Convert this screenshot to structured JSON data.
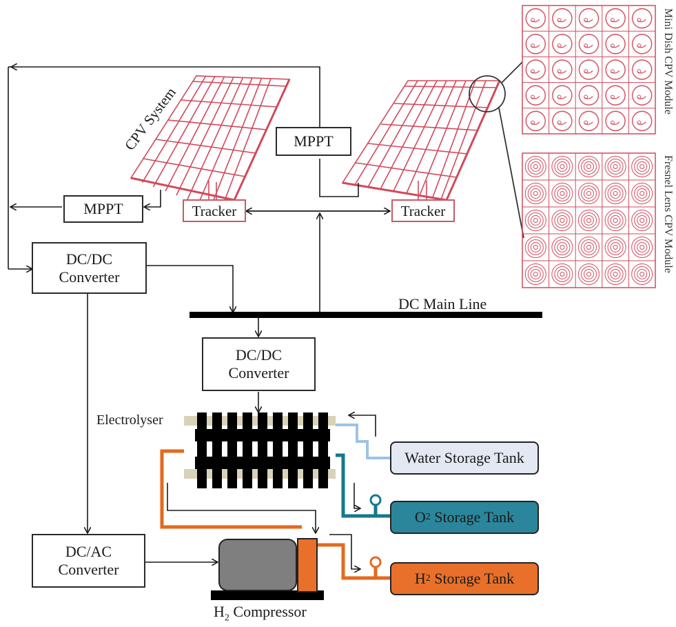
{
  "labels": {
    "cpv_system": "CPV System",
    "mppt_top": "MPPT",
    "mppt_left": "MPPT",
    "tracker_left": "Tracker",
    "tracker_right": "Tracker",
    "dcdc_left_l1": "DC/DC",
    "dcdc_left_l2": "Converter",
    "dc_main_line": "DC Main Line",
    "dcdc_center_l1": "DC/DC",
    "dcdc_center_l2": "Converter",
    "electrolyser": "Electrolyser",
    "water_tank": "Water Storage Tank",
    "o2_tank_prefix": "O",
    "o2_tank_sub": "2",
    "o2_tank_suffix": " Storage Tank",
    "h2_tank_prefix": "H",
    "h2_tank_sub": "2",
    "h2_tank_suffix": " Storage Tank",
    "dcac_l1": "DC/AC",
    "dcac_l2": "Converter",
    "compressor_prefix": "H",
    "compressor_sub": "2",
    "compressor_suffix": " Compressor",
    "mini_dish_module": "Mini Dish CPV Module",
    "fresnel_module": "Fresnel Lens CPV Module"
  },
  "colors": {
    "panel_red": "#d2485a",
    "water_pipe": "#9fc2e6",
    "water_tank_fill": "#e3e8f3",
    "o2_pipe": "#16788c",
    "o2_tank_fill": "#2b869b",
    "h2_pipe": "#e46a1e",
    "h2_tank_fill": "#e8702a",
    "compressor_gray": "#7f7f7f",
    "bus_black": "#000000"
  }
}
